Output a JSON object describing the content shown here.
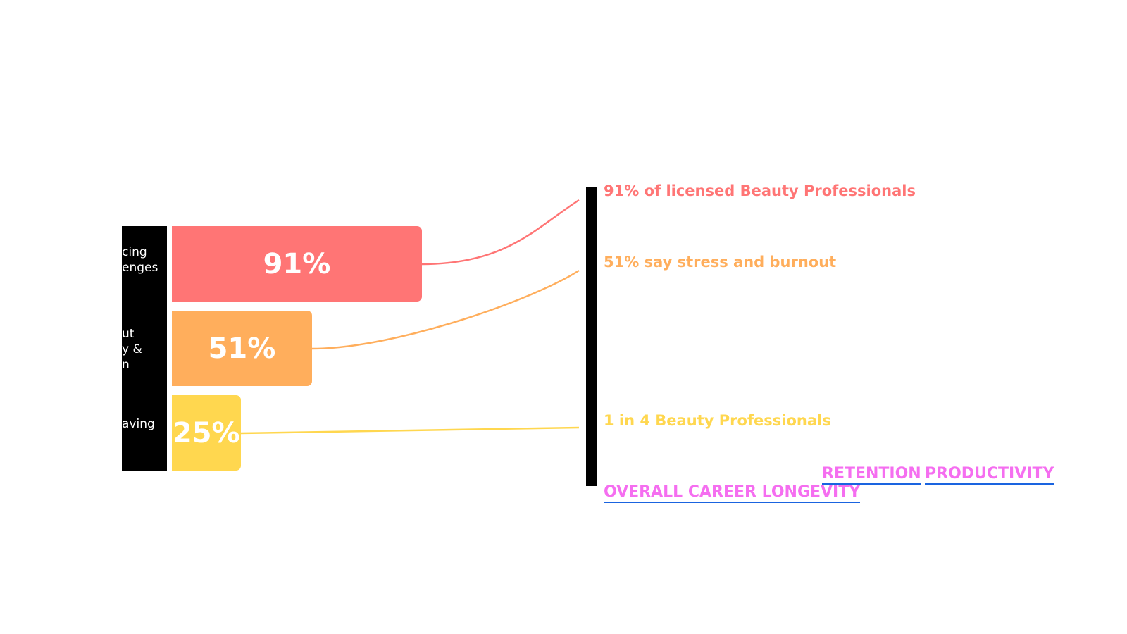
{
  "chart_data": {
    "type": "bar",
    "orientation": "horizontal",
    "categories": [
      "cing\nenges",
      "ut\ny &\nn",
      "aving"
    ],
    "values": [
      91,
      51,
      25
    ],
    "data_labels": [
      "91%",
      "51%",
      "25%"
    ],
    "colors": [
      "#ff7575",
      "#ffae5c",
      "#ffd74f"
    ],
    "xlim": [
      0,
      100
    ]
  },
  "notes": [
    {
      "text": "91% of licensed Beauty Professionals",
      "color": "#ff7575"
    },
    {
      "text": "51% say stress and burnout",
      "color": "#ffae5c"
    },
    {
      "text": "1 in 4 Beauty Professionals",
      "color": "#ffd74f"
    }
  ],
  "keywords": [
    "RETENTION",
    "PRODUCTIVITY",
    "OVERALL CAREER LONGEVITY"
  ],
  "keyword_color": "#f56ef0",
  "underline_color": "#1a64e0"
}
